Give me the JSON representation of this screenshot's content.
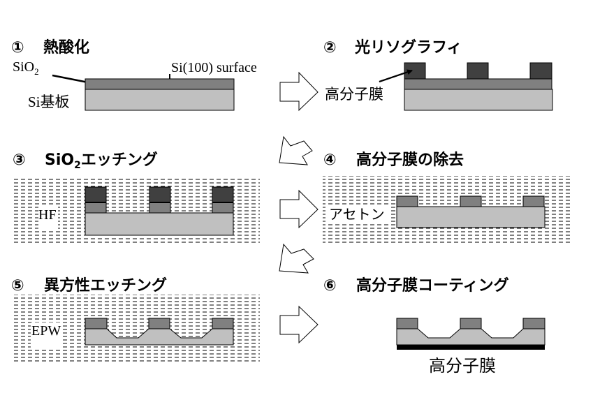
{
  "diagram": {
    "type": "process-flow",
    "colors": {
      "resist": "#404040",
      "oxide": "#808080",
      "silicon": "#c0c0c0",
      "polymer_film": "#000000",
      "background": "#ffffff"
    },
    "steps": [
      {
        "number": "①",
        "title": "熱酸化",
        "labels": {
          "oxide": "SiO",
          "oxide_sub": "2",
          "surface": "Si(100)  surface",
          "substrate": "Si基板"
        }
      },
      {
        "number": "②",
        "title": "光リソグラフィ",
        "labels": {
          "resist": "高分子膜"
        }
      },
      {
        "number": "③",
        "title_prefix": "SiO",
        "title_sub": "2",
        "title_suffix": "エッチング",
        "labels": {
          "etchant": "HF"
        }
      },
      {
        "number": "④",
        "title": "高分子膜の除去",
        "labels": {
          "solvent": "アセトン"
        }
      },
      {
        "number": "⑤",
        "title": "異方性エッチング",
        "labels": {
          "etchant": "EPW"
        }
      },
      {
        "number": "⑥",
        "title": "高分子膜コーティング",
        "labels": {
          "coating": "高分子膜"
        }
      }
    ],
    "arrows": [
      {
        "from": "1",
        "to": "2",
        "direction": "right"
      },
      {
        "from": "2",
        "to": "3",
        "direction": "down-left"
      },
      {
        "from": "3",
        "to": "4",
        "direction": "right"
      },
      {
        "from": "4",
        "to": "5",
        "direction": "down-left"
      },
      {
        "from": "5",
        "to": "6",
        "direction": "right"
      }
    ]
  }
}
